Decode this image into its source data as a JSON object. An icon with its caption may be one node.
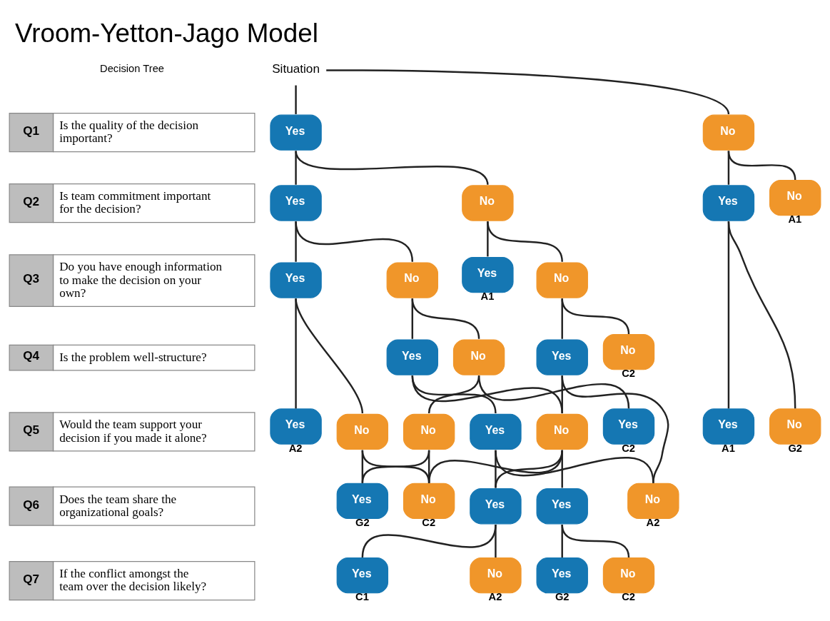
{
  "diagram": {
    "title": "Vroom-Yetton-Jago Model",
    "nodes": [
      {
        "text": [
          "Situation"
        ]
      },
      {
        "text": [
          "Yes"
        ]
      },
      {
        "text": [
          "No"
        ]
      },
      {
        "text": [
          "Yes"
        ]
      },
      {
        "text": [
          "No"
        ]
      },
      {
        "text": [
          "Yes"
        ]
      },
      {
        "text": [
          "No"
        ],
        "beside": [
          "A1"
        ]
      },
      {
        "text": [
          "Yes"
        ]
      },
      {
        "text": [
          "No"
        ]
      },
      {
        "text": [
          "Yes"
        ],
        "beside": [
          "A1"
        ]
      },
      {
        "text": [
          "No"
        ]
      },
      {
        "text": [
          "Yes"
        ]
      },
      {
        "text": [
          "No"
        ]
      },
      {
        "text": [
          "Yes"
        ]
      },
      {
        "text": [
          "No"
        ],
        "beside": [
          "C2"
        ]
      },
      {
        "text": [
          "Yes"
        ],
        "beside": [
          "A2"
        ]
      },
      {
        "text": [
          "No"
        ]
      },
      {
        "text": [
          "Yes"
        ]
      },
      {
        "text": [
          "No"
        ]
      },
      {
        "text": [
          "Yes"
        ],
        "beside": [
          "C2"
        ]
      },
      {
        "text": [
          "No"
        ]
      },
      {
        "text": [
          "Yes"
        ],
        "beside": [
          "A1"
        ]
      },
      {
        "text": [
          "No"
        ],
        "beside": [
          "G2"
        ]
      },
      {
        "text": [
          "Yes"
        ],
        "beside": [
          "G2"
        ]
      },
      {
        "text": [
          "No"
        ],
        "beside": [
          "C2"
        ]
      },
      {
        "text": [
          "Yes"
        ]
      },
      {
        "text": [
          "No"
        ],
        "beside": [
          "A2"
        ]
      },
      {
        "text": [
          "Yes"
        ]
      },
      {
        "text": [
          "Yes"
        ],
        "beside": [
          "C1"
        ]
      },
      {
        "text": [
          "No"
        ],
        "beside": [
          "A2"
        ]
      },
      {
        "text": [
          "Yes"
        ],
        "beside": [
          "G2"
        ]
      },
      {
        "text": [
          "No"
        ],
        "beside": [
          "C2"
        ]
      }
    ],
    "edges": [
      {
        "from": 0,
        "to": 1,
        "arrow": "none"
      },
      {
        "from": 0,
        "to": 2,
        "arrow": "none"
      },
      {
        "from": 1,
        "to": 3,
        "arrow": "none"
      },
      {
        "from": 1,
        "to": 4,
        "arrow": "none"
      },
      {
        "from": 2,
        "to": 5,
        "arrow": "none"
      },
      {
        "from": 2,
        "to": 6,
        "arrow": "none"
      },
      {
        "from": 3,
        "to": 7,
        "arrow": "none"
      },
      {
        "from": 3,
        "to": 8,
        "arrow": "none"
      },
      {
        "from": 4,
        "to": 9,
        "arrow": "none"
      },
      {
        "from": 4,
        "to": 10,
        "arrow": "none"
      },
      {
        "from": 5,
        "to": 21,
        "arrow": "none"
      },
      {
        "from": 5,
        "to": 22,
        "arrow": "none"
      },
      {
        "from": 7,
        "to": 15,
        "arrow": "none"
      },
      {
        "from": 7,
        "to": 16,
        "arrow": "none"
      },
      {
        "from": 8,
        "to": 11,
        "arrow": "none"
      },
      {
        "from": 8,
        "to": 12,
        "arrow": "none"
      },
      {
        "from": 10,
        "to": 13,
        "arrow": "none"
      },
      {
        "from": 10,
        "to": 14,
        "arrow": "none"
      },
      {
        "from": 11,
        "to": 17,
        "arrow": "none"
      },
      {
        "from": 11,
        "to": 18,
        "arrow": "none"
      },
      {
        "from": 12,
        "to": 19,
        "arrow": "none"
      },
      {
        "from": 12,
        "to": 20,
        "arrow": "none"
      },
      {
        "from": 13,
        "to": 18,
        "arrow": "none"
      },
      {
        "from": 13,
        "to": 26,
        "arrow": "none"
      },
      {
        "from": 16,
        "to": 23,
        "arrow": "none"
      },
      {
        "from": 16,
        "to": 24,
        "arrow": "none"
      },
      {
        "from": 17,
        "to": 25,
        "arrow": "none"
      },
      {
        "from": 17,
        "to": 26,
        "arrow": "none"
      },
      {
        "from": 18,
        "to": 24,
        "arrow": "none"
      },
      {
        "from": 18,
        "to": 25,
        "arrow": "none"
      },
      {
        "from": 18,
        "to": 27,
        "arrow": "none"
      },
      {
        "from": 20,
        "to": 23,
        "arrow": "none"
      },
      {
        "from": 20,
        "to": 24,
        "arrow": "none"
      },
      {
        "from": 25,
        "to": 28,
        "arrow": "none"
      },
      {
        "from": 25,
        "to": 29,
        "arrow": "none"
      },
      {
        "from": 27,
        "to": 30,
        "arrow": "none"
      },
      {
        "from": 27,
        "to": 31,
        "arrow": "none"
      }
    ],
    "labels": [
      "Decision Tree",
      "Q1",
      "Is the quality of the decision important?",
      "Q2",
      "Is team commitment important for the decision?",
      "Q3",
      "Do you have enough information to make the decision on your own?",
      "Q4",
      "Is the problem well-structure?",
      "Q5",
      "Would the team support your decision if you made it alone?",
      "Q6",
      "Does the team share the organizational goals?",
      "Q7",
      "If the conflict amongst the team over the decision likely?"
    ]
  }
}
